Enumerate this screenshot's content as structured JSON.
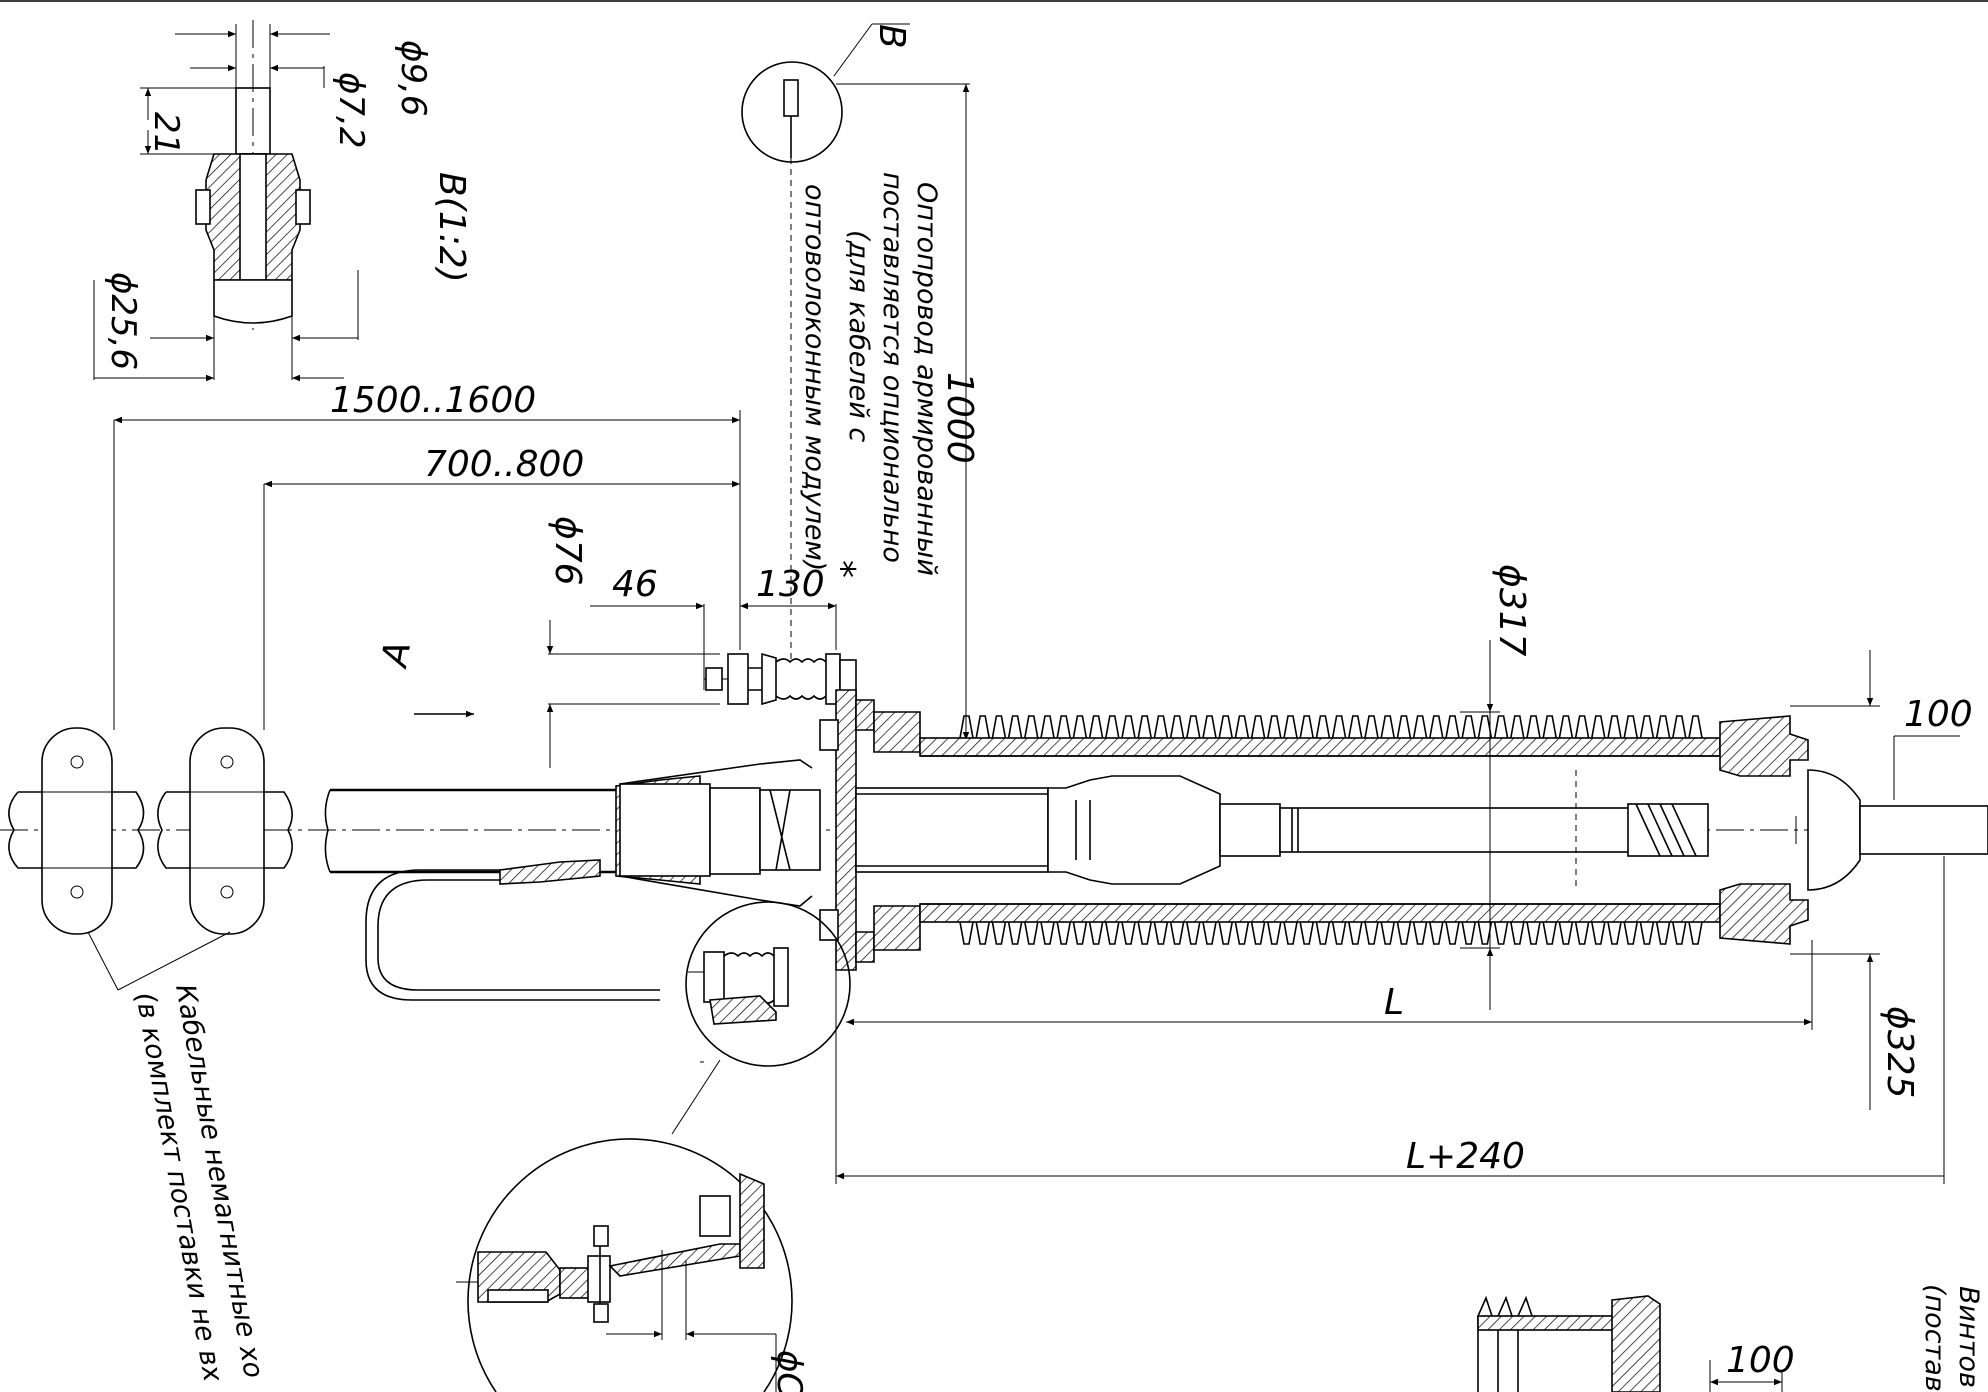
{
  "drawing": {
    "view_label_b": "B",
    "view_label_a": "A",
    "detail_b_title": "B(1:2)",
    "dimensions": {
      "d_9_6": "ϕ9,6",
      "d_7_2": "ϕ7,2",
      "len_21": "21",
      "d_25_6": "ϕ25,6",
      "len_1500_1600": "1500..1600",
      "len_700_800": "700..800",
      "len_1000": "1000",
      "d_76": "ϕ76",
      "len_46": "46",
      "len_130": "130",
      "d_317": "ϕ317",
      "len_100_top": "100",
      "d_325": "ϕ325",
      "len_L": "L",
      "len_L_240": "L+240",
      "len_100_bottom": "100",
      "d_C": "ϕC"
    },
    "notes": {
      "optical_lines": [
        "Оптопровод армированный",
        "поставляется опционально",
        "(для кабелей с",
        "оптоволоконным модулем)"
      ],
      "optical_marker": "*",
      "clamps_lines": [
        "Кабельные немагнитные хо",
        "(в комплект поставки не вх"
      ],
      "screw_lines": [
        "Винтов",
        "(постав"
      ]
    }
  }
}
